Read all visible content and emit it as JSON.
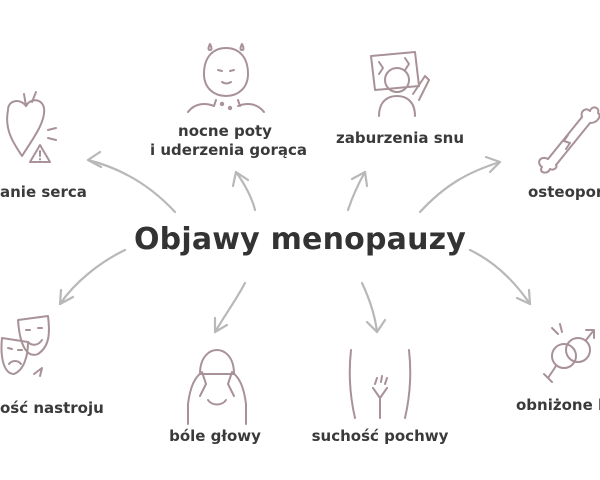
{
  "title": "Objawy menopauzy",
  "symptoms": {
    "heart": "anie serca",
    "night_sweats_line1": "nocne poty",
    "night_sweats_line2": "i uderzenia gorąca",
    "sleep": "zaburzenia snu",
    "osteoporosis": "osteopor",
    "mood": "ość nastroju",
    "headache": "bóle głowy",
    "dryness": "suchość pochwy",
    "libido": "obniżone li"
  },
  "colors": {
    "icon_stroke": "#a89297",
    "arrow": "#b8b8b8",
    "text": "#3a3a3a"
  },
  "icons": [
    "heart-warning-icon",
    "sweating-head-icon",
    "insomnia-icon",
    "bone-icon",
    "theater-masks-icon",
    "headache-icon",
    "body-dryness-icon",
    "gender-symbols-icon"
  ]
}
